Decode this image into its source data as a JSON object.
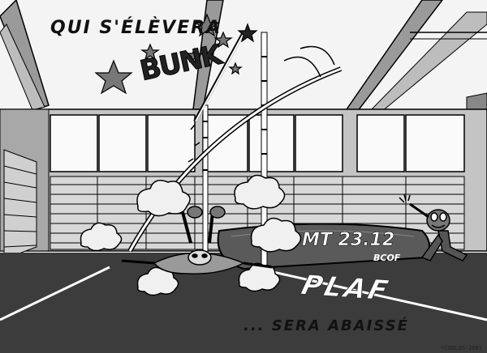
{
  "caption_top": "QUI S'ÉLÈVERA",
  "caption_bottom": "... SERA ABAISSÉ",
  "sfx_bunk": "BUNK",
  "sfx_plaf": "PLAF",
  "mat_label": "MT 23.12",
  "mat_brand": "BCOF",
  "copyright": "©COOLUS-2001",
  "colors": {
    "floor": "#3a3a3a",
    "wall": "#bdbdbd",
    "ceiling": "#f2f2f2",
    "mat": "#555555"
  }
}
